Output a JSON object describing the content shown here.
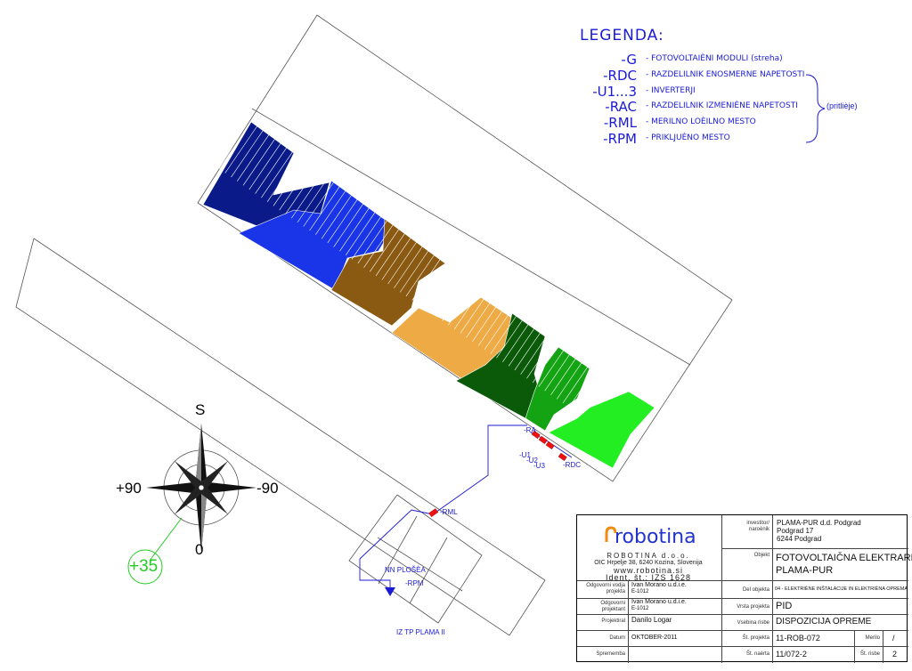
{
  "legend": {
    "title": "LEGENDA:",
    "items": [
      {
        "code": "-G",
        "desc": "- FOTOVOLTAIÈNI MODULI (streha)"
      },
      {
        "code": "-RDC",
        "desc": "- RAZDELILNIK ENOSMERNE NAPETOSTI"
      },
      {
        "code": "-U1...3",
        "desc": "- INVERTERJI"
      },
      {
        "code": "-RAC",
        "desc": "- RAZDELILNIK IZMENIÈNE NAPETOSTI"
      },
      {
        "code": "-RML",
        "desc": "- MERILNO LOÈILNO MESTO"
      },
      {
        "code": "-RPM",
        "desc": "- PRIKLJUÈNO MESTO"
      }
    ],
    "bracket_note": "(pritlièje)"
  },
  "labels": {
    "rml": "-RML",
    "nn": "NN PLOŠÈA",
    "rpm": "-RPM",
    "iz_tp": "IZ TP PLAMA II",
    "u1": "-U1",
    "u2": "-U2",
    "u3": "-U3",
    "rdc": "-RDC",
    "ra": "-RA"
  },
  "compass": {
    "south": "S",
    "zero": "0",
    "west": "+90",
    "east": "-90",
    "angle": "+35"
  },
  "colors": {
    "navy": "#0a1a88",
    "blue": "#1a35e8",
    "brown": "#8a5a12",
    "orange": "#eeaa44",
    "dark_green": "#0a5a0a",
    "green": "#13a313",
    "light_green": "#22ee22",
    "line_blue": "#1a1ad6",
    "red": "#ee1111"
  },
  "title_block": {
    "company_word": "robotina",
    "company_name": "ROBOTINA d.o.o.",
    "company_addr": "OIC Hrpelje 38, 6240 Kozina, Slovenija",
    "company_web": "www.robotina.si",
    "company_ident": "Ident. št.: IZS 1628",
    "investor_label": "investitor/ naroènik",
    "investor": [
      "PLAMA-PUR d.d. Podgrad",
      "Podgrad 17",
      "6244 Podgrad"
    ],
    "objekt_label": "Objekt",
    "objekt": [
      "FOTOVOLTAIČNA ELEKTRARNA",
      "PLAMA-PUR"
    ],
    "odg_vodja_label": "Odgovorni vodja projekta",
    "odg_vodja": [
      "Ivan Morano u.d.i.e.",
      "E-1012"
    ],
    "del_label": "Del objekta",
    "del": "04 - ELEKTRIÈNE INŠTALACIJE IN ELEKTRIÈNA OPREMA",
    "odg_proj_label": "Odgovorni projektant",
    "odg_proj": [
      "Ivan Morano u.d.i.e.",
      "E-1012"
    ],
    "vrsta_label": "Vrsta projekta",
    "vrsta": "PID",
    "projektiral_label": "Projektiral",
    "projektiral": "Danilo Logar",
    "vsebina_label": "Vsebina risbe",
    "vsebina": "DISPOZICIJA OPREME",
    "datum_label": "Datum",
    "datum": "OKTOBER-2011",
    "st_proj_label": "Št. projekta",
    "st_proj": "11-ROB-072",
    "merilo_label": "Merilo",
    "merilo": "/",
    "sprememba_label": "Sprememba",
    "st_nacrta_label": "Št. naèrta",
    "st_nacrta": "11/072-2",
    "st_risbe_label": "Št. risbe",
    "st_risbe": "2"
  }
}
